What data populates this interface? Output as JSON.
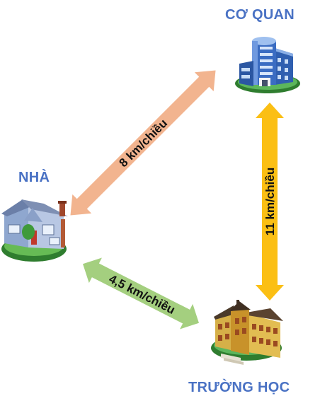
{
  "places": {
    "office": "CƠ QUAN",
    "home": "NHÀ",
    "school": "TRƯỜNG HỌC"
  },
  "routes": {
    "home_office": "8 km/chiều",
    "office_school": "11 km/chiều",
    "home_school": "4,5 km/chiều"
  },
  "colors": {
    "label": "#4a72c4",
    "home_office_arrow": "#f2b48f",
    "office_school_arrow": "#fbbf14",
    "home_school_arrow": "#a4cf7f"
  },
  "icons": [
    "office-building-icon",
    "house-icon",
    "school-building-icon"
  ]
}
